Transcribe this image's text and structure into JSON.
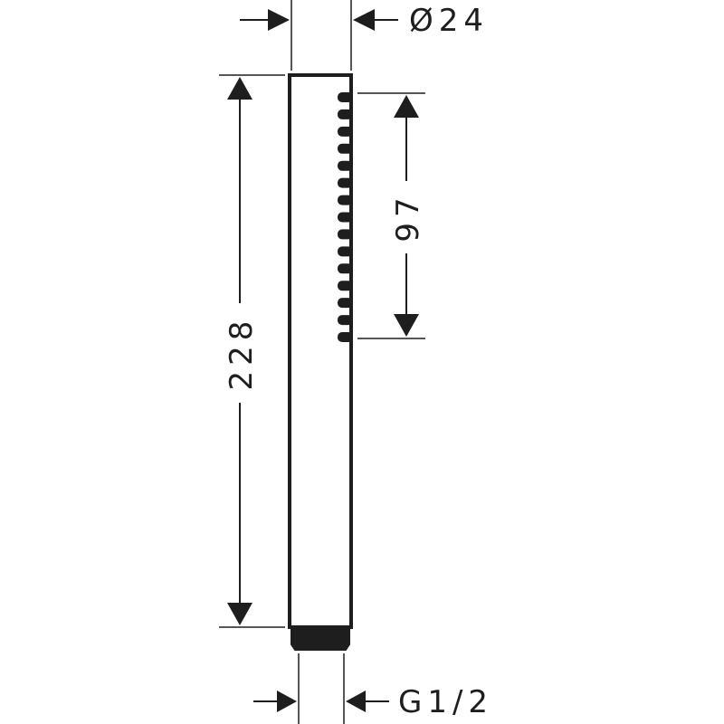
{
  "drawing": {
    "line_color": "#1e1e1e",
    "dimensions": {
      "diameter": "Ø24",
      "total_length": "228",
      "spray_length": "97",
      "thread": "G1/2"
    },
    "nozzle_count": 15
  }
}
